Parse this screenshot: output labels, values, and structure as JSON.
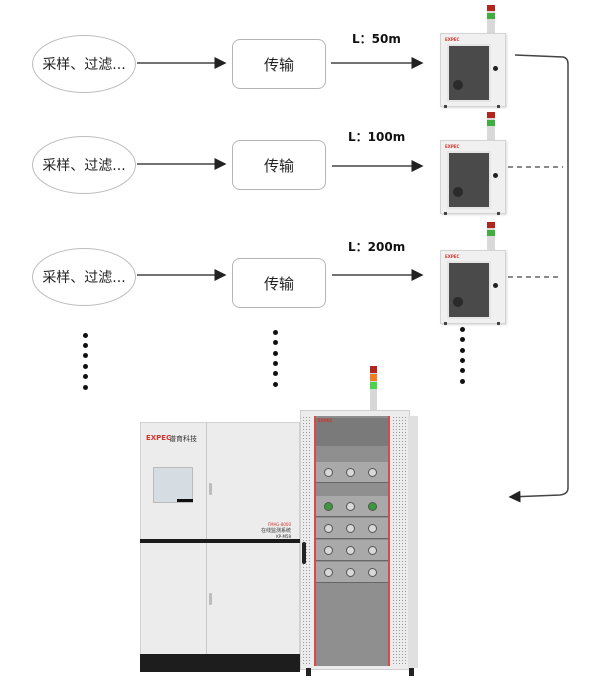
{
  "diagram": {
    "rows": [
      {
        "source_label": "采样、过滤...",
        "transmit_label": "传输",
        "distance_label": "L：50m",
        "link_style": "solid"
      },
      {
        "source_label": "采样、过滤...",
        "transmit_label": "传输",
        "distance_label": "L：100m",
        "link_style": "dashed"
      },
      {
        "source_label": "采样、过滤...",
        "transmit_label": "传输",
        "distance_label": "L：200m",
        "link_style": "dashed"
      }
    ],
    "station_brand": "EXPEC",
    "main_system": {
      "brand": "EXPEC",
      "brand_cn": "谱育科技",
      "model": "FMAG-8000",
      "name_cn": "在线监测系统",
      "code": "KP-M58"
    },
    "colors": {
      "brand_red": "#d0342c",
      "lamp_red": "#b3261e",
      "lamp_orange": "#f07d22",
      "lamp_green": "#4cd24c",
      "line": "#333333"
    }
  }
}
